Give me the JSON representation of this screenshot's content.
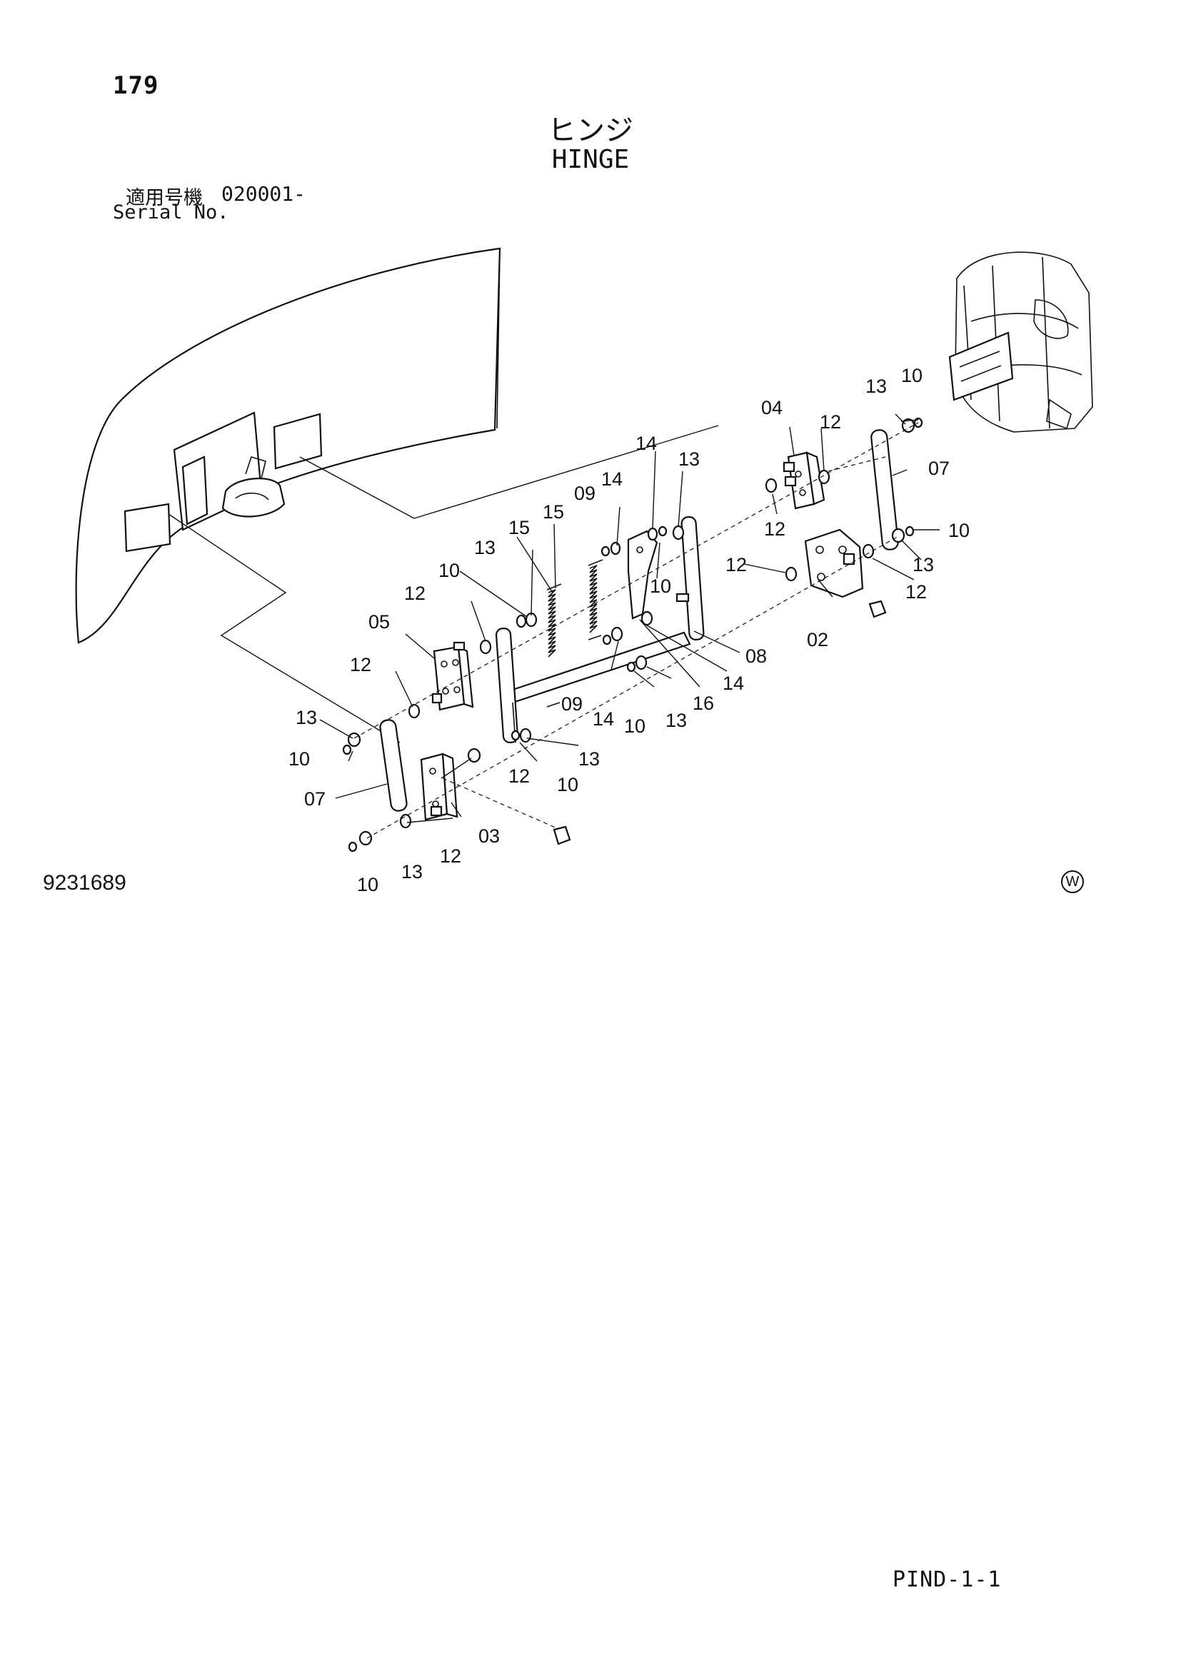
{
  "header": {
    "page_number": "179",
    "title_jp": "ヒンジ",
    "title_en": "HINGE",
    "serial_label_jp": "適用号機",
    "serial_number": "020001-",
    "serial_label_en": "Serial No."
  },
  "footer": {
    "drawing_number": "9231689",
    "mark": "W",
    "page_code": "PIND-1-1"
  },
  "callouts": {
    "c02": "02",
    "c03": "03",
    "c04": "04",
    "c05": "05",
    "c07a": "07",
    "c07b": "07",
    "c08": "08",
    "c09a": "09",
    "c09b": "09",
    "c10a": "10",
    "c10b": "10",
    "c10c": "10",
    "c10d": "10",
    "c10e": "10",
    "c10f": "10",
    "c10g": "10",
    "c10h": "10",
    "c12a": "12",
    "c12b": "12",
    "c12c": "12",
    "c12d": "12",
    "c12e": "12",
    "c12f": "12",
    "c12g": "12",
    "c12h": "12",
    "c13a": "13",
    "c13b": "13",
    "c13c": "13",
    "c13d": "13",
    "c13e": "13",
    "c13f": "13",
    "c13g": "13",
    "c13h": "13",
    "c14a": "14",
    "c14b": "14",
    "c14c": "14",
    "c14d": "14",
    "c15a": "15",
    "c15b": "15",
    "c16": "16"
  }
}
